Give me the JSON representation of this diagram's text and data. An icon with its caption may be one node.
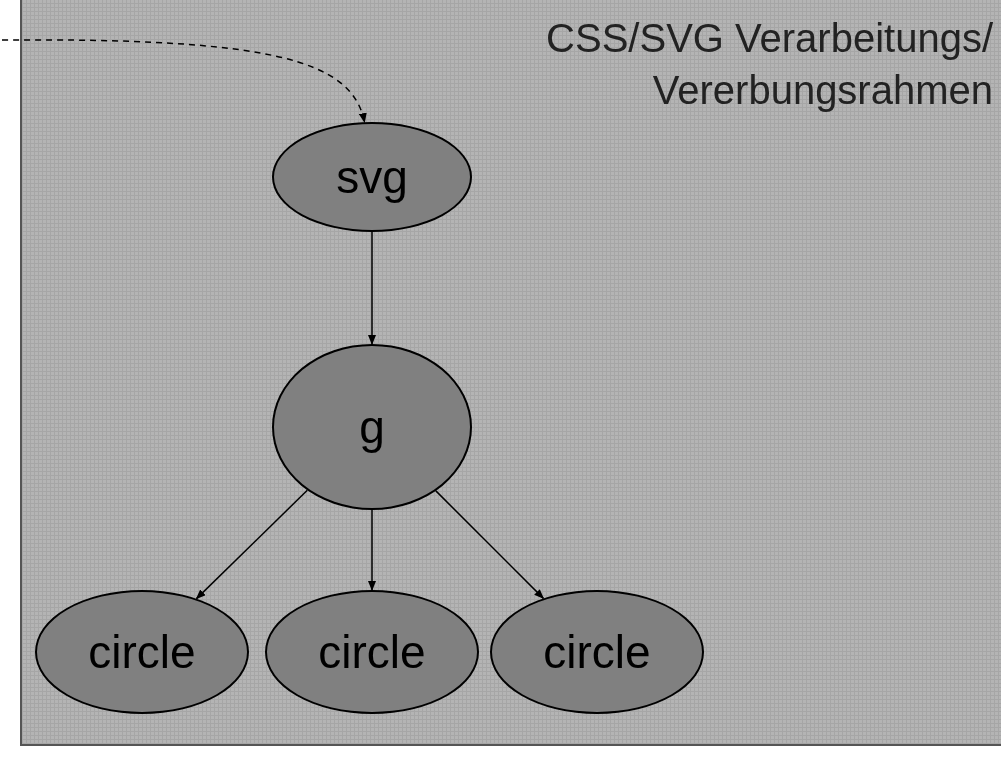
{
  "diagram": {
    "nodes": [
      {
        "text": [
          "CSS/SVG Verarbeitungs/ Vererbungsrahmen"
        ]
      },
      {
        "text": [
          "svg"
        ],
        "in": 0
      },
      {
        "text": [
          "g"
        ],
        "in": 0
      },
      {
        "text": [
          "circle"
        ],
        "in": 0
      },
      {
        "text": [
          "circle"
        ],
        "in": 0
      },
      {
        "text": [
          "circle"
        ],
        "in": 0
      }
    ],
    "edges": [
      {
        "from": null,
        "to": 1,
        "arrow": "to",
        "style": "dashed"
      },
      {
        "from": 1,
        "to": 2,
        "arrow": "to"
      },
      {
        "from": 2,
        "to": 3,
        "arrow": "to"
      },
      {
        "from": 2,
        "to": 4,
        "arrow": "to"
      },
      {
        "from": 2,
        "to": 5,
        "arrow": "to"
      }
    ]
  }
}
